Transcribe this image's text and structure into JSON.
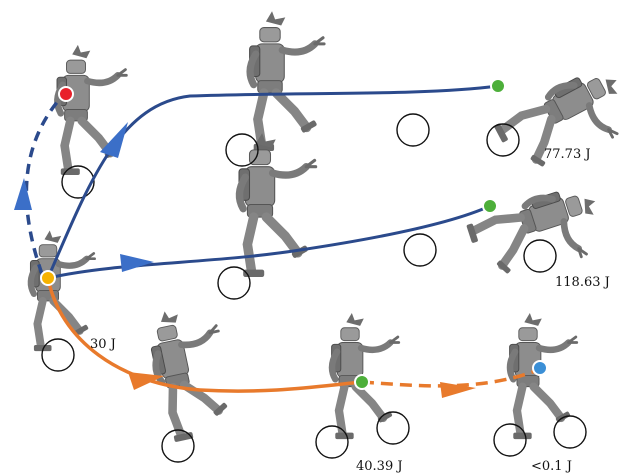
{
  "labels": {
    "initial_energy": "30 J",
    "upper_path_energy": "77.73 J",
    "middle_path_energy": "118.63 J",
    "lower_path_energy": "40.39 J",
    "final_energy": "<0.1 J"
  },
  "colors": {
    "blue_path": "#2b4a8c",
    "orange_path": "#e87a2c",
    "red_node": "#e8202a",
    "yellow_node": "#f6b200",
    "green_node": "#4daf3a",
    "blue_node": "#3b8fd6",
    "robot_body": "#8a8a8a",
    "robot_dark": "#555555",
    "contact_circle": "#111111"
  },
  "icons": [
    "humanoid-robot-icon",
    "contact-circle-icon",
    "arrowhead-icon"
  ]
}
